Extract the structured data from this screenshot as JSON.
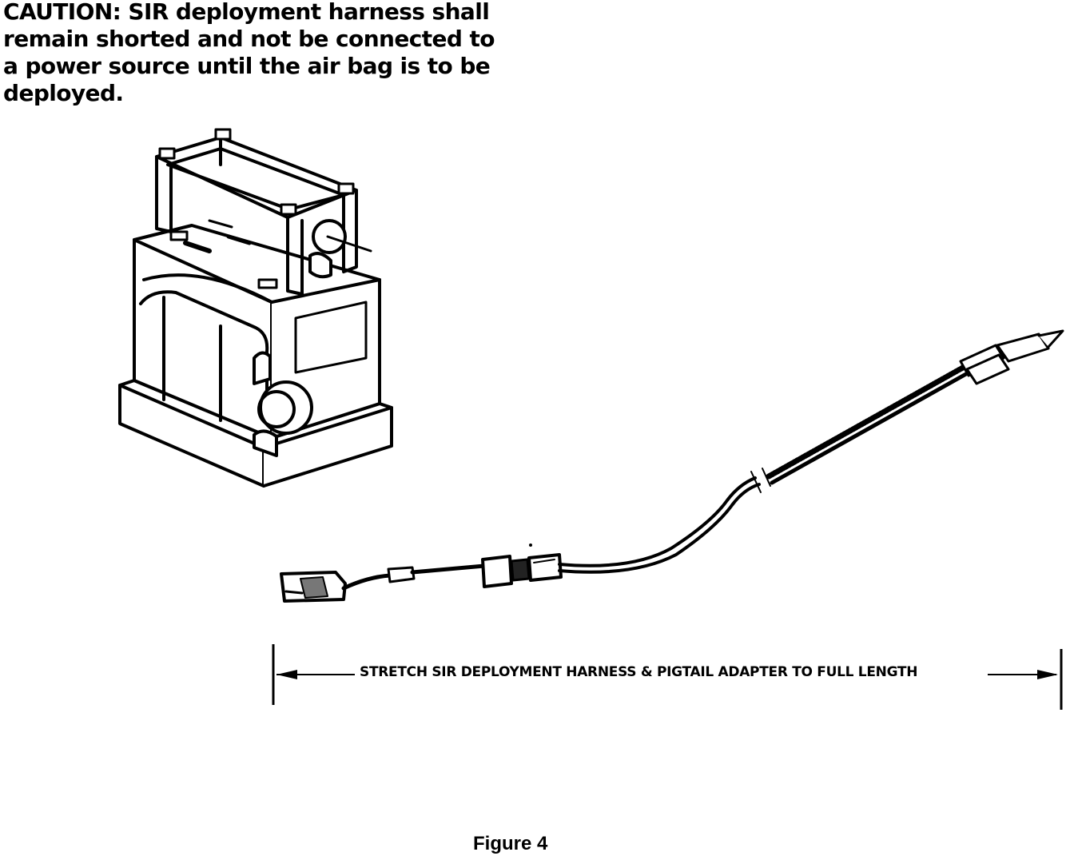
{
  "caution": {
    "lines": [
      "CAUTION:  SIR deployment harness shall",
      "remain shorted and not be connected to",
      "a power source until the air bag is to be",
      "deployed."
    ]
  },
  "illustration": {
    "module_icon": "air-bag-module-in-fixture",
    "harness_icon": "sir-deployment-harness-with-pigtail-adapter"
  },
  "dimension": {
    "label": "STRETCH SIR DEPLOYMENT HARNESS & PIGTAIL ADAPTER TO FULL LENGTH"
  },
  "figure": {
    "caption": "Figure  4"
  }
}
